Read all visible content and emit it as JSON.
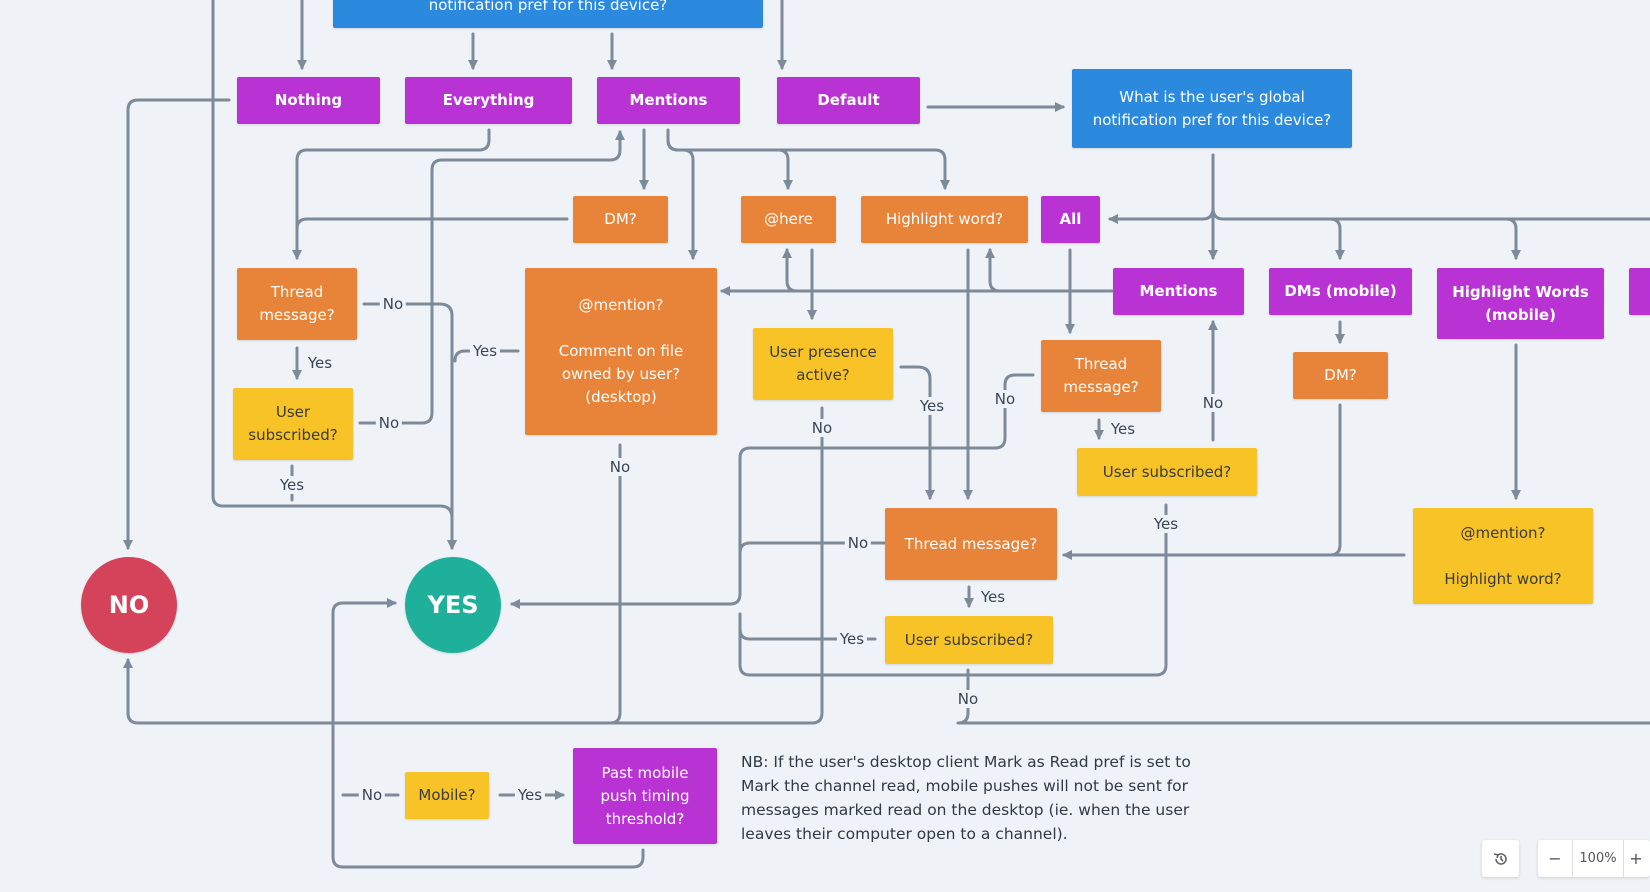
{
  "nodes": {
    "top_blue": "notification pref for this device?",
    "nothing": "Nothing",
    "everything": "Everything",
    "mentions_top": "Mentions",
    "default": "Default",
    "global_pref": "What is the user's global\nnotification pref for this device?",
    "dm_1": "DM?",
    "here": "@here",
    "highlight_word": "Highlight word?",
    "all": "All",
    "thread_msg_1": "Thread\nmessage?",
    "user_sub_1": "User\nsubscribed?",
    "mention_comment": "@mention?\n\nComment on file\nowned by user?\n(desktop)",
    "presence": "User presence\nactive?",
    "thread_msg_2": "Thread\nmessage?",
    "user_sub_2": "User subscribed?",
    "mentions_global": "Mentions",
    "dms_mobile": "DMs (mobile)",
    "highlight_words_mobile": "Highlight Words\n(mobile)",
    "dm_2": "DM?",
    "thread_msg_3": "Thread message?",
    "user_sub_3": "User subscribed?",
    "mention_highlight": "@mention?\n\nHighlight word?",
    "no": "NO",
    "yes": "YES",
    "mobile": "Mobile?",
    "past_mobile": "Past mobile\npush timing\nthreshold?"
  },
  "labels": {
    "yes": "Yes",
    "no": "No"
  },
  "note": "NB: If the user's desktop client Mark as Read pref is set to Mark the channel read, mobile pushes will not be sent for messages marked read on the desktop (ie. when the user leaves their computer open to a channel).",
  "toolbar": {
    "zoom": "100%",
    "minus": "−",
    "plus": "+",
    "history_icon": "history-icon"
  },
  "colors": {
    "purple": "#b933d4",
    "orange": "#e8843a",
    "yellow": "#f7c327",
    "blue": "#2b8ade",
    "red": "#d5435a",
    "teal": "#1fb09b",
    "line": "#7d8a99"
  }
}
